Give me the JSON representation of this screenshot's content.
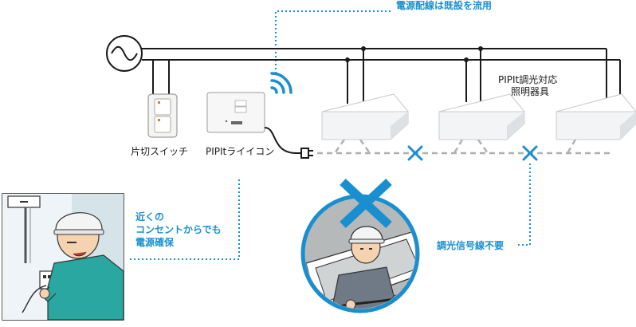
{
  "labels": {
    "existing_wiring": "電源配線は既設を流用",
    "switch": "片切スイッチ",
    "remote": "PIPItライイコン",
    "fixture_line1": "PIPIt調光対応",
    "fixture_line2": "照明器具",
    "outlet_line1": "近くの",
    "outlet_line2": "コンセントからでも",
    "outlet_line3": "電源確保",
    "no_dimming_line": "調光信号線不要"
  },
  "colors": {
    "accent": "#1a8fd0",
    "line": "#1a1a1a",
    "fixture_fill": "#f2f4f5",
    "dashed": "#b0b0b0",
    "circle_bg": "#b5b9ba"
  }
}
